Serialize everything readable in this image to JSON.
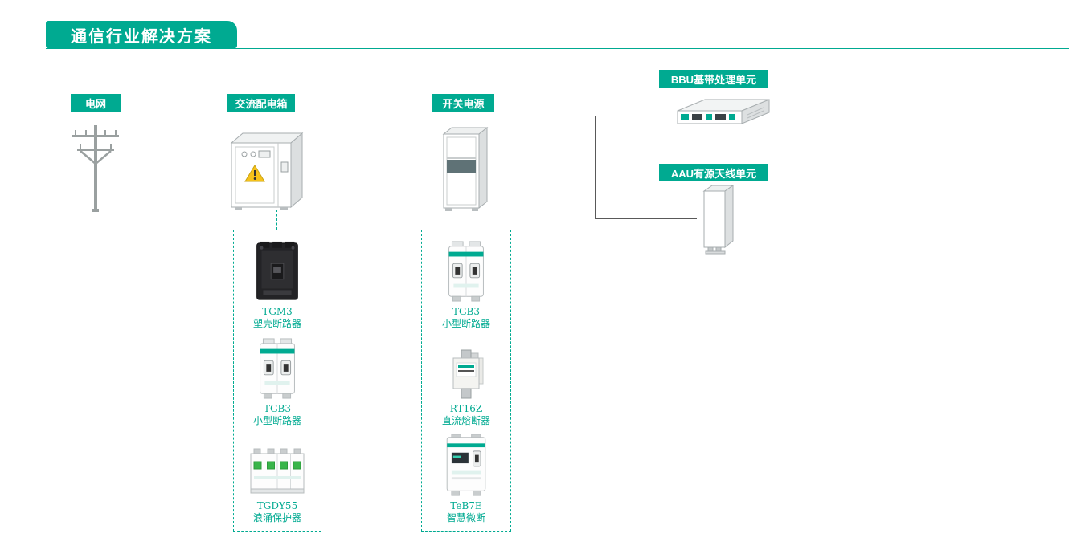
{
  "accent_color": "#00aa91",
  "line_color": "#595959",
  "title": "通信行业解决方案",
  "nodes": {
    "grid": {
      "label": "电网"
    },
    "dist": {
      "label": "交流配电箱"
    },
    "power": {
      "label": "开关电源"
    },
    "bbu": {
      "label": "BBU基带处理单元"
    },
    "aau": {
      "label": "AAU有源天线单元"
    }
  },
  "icons": {
    "grid": "utility-pole-icon",
    "dist": "distribution-cabinet-icon",
    "power": "power-supply-cabinet-icon",
    "bbu": "bbu-rack-unit-icon",
    "aau": "aau-antenna-panel-icon"
  },
  "groups": [
    {
      "id": "dist-products",
      "items": [
        {
          "model": "TGM3",
          "name": "塑壳断路器"
        },
        {
          "model": "TGB3",
          "name": "小型断路器"
        },
        {
          "model": "TGDY55",
          "name": "浪涌保护器"
        }
      ]
    },
    {
      "id": "power-products",
      "items": [
        {
          "model": "TGB3",
          "name": "小型断路器"
        },
        {
          "model": "RT16Z",
          "name": "直流熔断器"
        },
        {
          "model": "TeB7E",
          "name": "智慧微断"
        }
      ]
    }
  ]
}
